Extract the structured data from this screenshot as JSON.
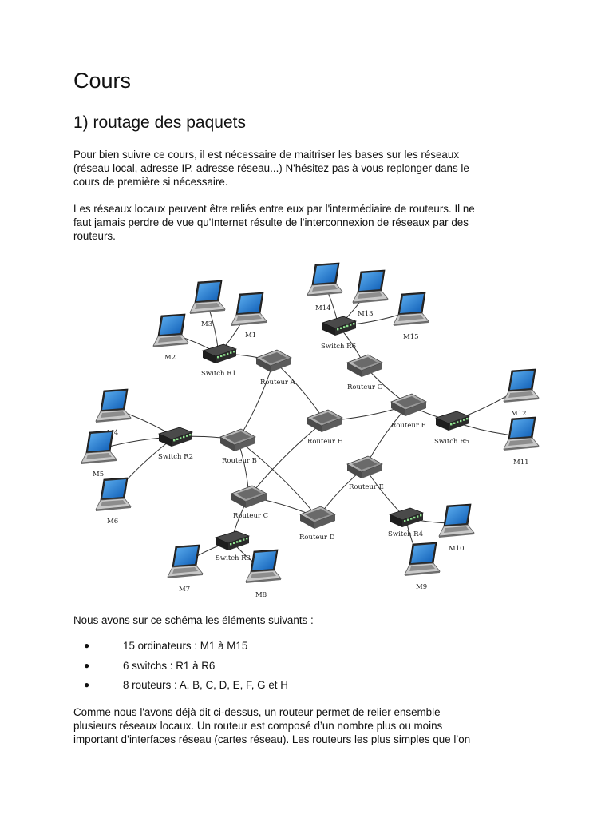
{
  "title": "Cours",
  "section": "1) routage des paquets",
  "paragraphs": {
    "p1": [
      "Pour bien suivre ce cours, il est nécessaire de maitriser les bases sur les réseaux",
      "(réseau local, adresse IP, adresse réseau...) N'hésitez pas à vous replonger dans le",
      "cours de première si nécessaire."
    ],
    "p2": [
      "Les réseaux locaux peuvent être reliés entre eux par l'intermédiaire de routeurs. Il ne",
      "faut jamais perdre de vue qu'Internet résulte de l'interconnexion de réseaux par des",
      "routeurs."
    ],
    "p3": "Nous avons sur ce schéma les éléments suivants :",
    "p4": [
      "Comme nous l'avons déjà dit ci-dessus, un routeur permet de relier ensemble",
      "plusieurs réseaux locaux. Un routeur est composé d’un nombre plus ou moins",
      "important d’interfaces réseau (cartes réseau). Les routeurs les plus simples que l’on"
    ]
  },
  "bullets": [
    "15 ordinateurs : M1 à M15",
    "6 switchs : R1 à R6",
    "8 routeurs : A, B, C, D, E, F, G et H"
  ],
  "diagram": {
    "laptops": [
      "M1",
      "M2",
      "M3",
      "M4",
      "M5",
      "M6",
      "M7",
      "M8",
      "M9",
      "M10",
      "M11",
      "M12",
      "M13",
      "M14",
      "M15"
    ],
    "switches": [
      "Switch R1",
      "Switch R2",
      "Switch R3",
      "Switch R4",
      "Switch R5",
      "Switch R6"
    ],
    "routers": [
      "Routeur A",
      "Routeur B",
      "Routeur C",
      "Routeur D",
      "Routeur E",
      "Routeur F",
      "Routeur G",
      "Routeur H"
    ]
  }
}
